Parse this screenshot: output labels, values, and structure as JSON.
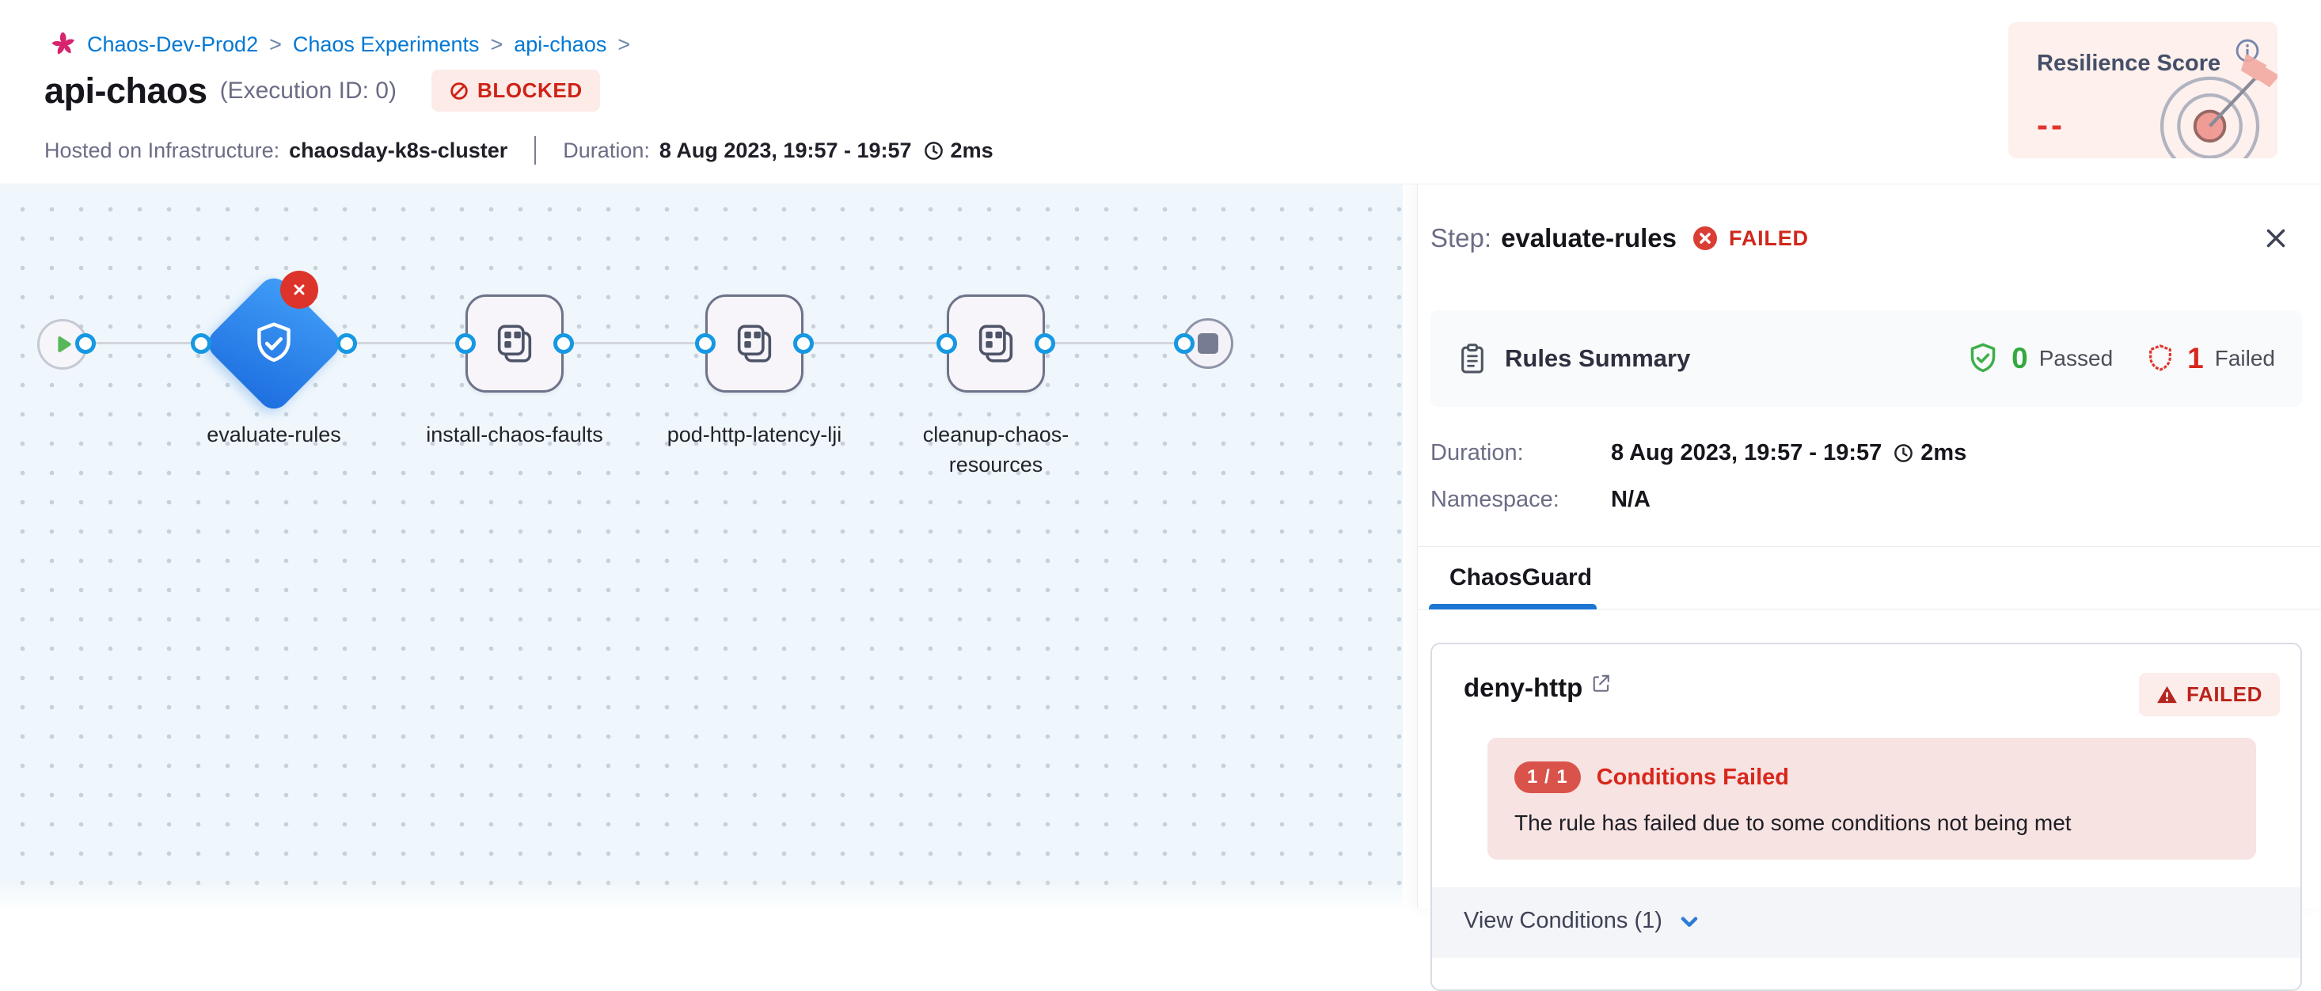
{
  "colors": {
    "accent_blue": "#0278d5",
    "error_red": "#da291d",
    "success_green": "#3fae49",
    "brand_magenta": "#d6246e",
    "canvas_bg": "#eff7fc",
    "diamond_blue": "#1d6edf"
  },
  "header": {
    "breadcrumb": {
      "separator": ">",
      "items": [
        {
          "label": "Chaos-Dev-Prod2"
        },
        {
          "label": "Chaos Experiments"
        },
        {
          "label": "api-chaos"
        }
      ]
    },
    "title": "api-chaos",
    "execution_id": "(Execution ID: 0)",
    "status_badge": "BLOCKED",
    "hosted_label": "Hosted on Infrastructure:",
    "hosted_value": "chaosday-k8s-cluster",
    "duration_label": "Duration:",
    "duration_value": "8 Aug 2023, 19:57 - 19:57",
    "duration_elapsed": "2ms",
    "resilience_card": {
      "title": "Resilience Score",
      "value": "--"
    }
  },
  "pipeline": {
    "nodes": [
      {
        "id": "start",
        "type": "start-node"
      },
      {
        "id": "evaluate-rules",
        "label": "evaluate-rules",
        "type": "chaosguard-step",
        "status": "FAILED"
      },
      {
        "id": "install-chaos-faults",
        "label": "install-chaos-faults",
        "type": "step-group"
      },
      {
        "id": "pod-http-latency-lji",
        "label": "pod-http-latency-lji",
        "type": "step-group"
      },
      {
        "id": "cleanup-chaos-resources",
        "label": "cleanup-chaos-resources",
        "type": "step-group"
      },
      {
        "id": "end",
        "type": "end-node"
      }
    ]
  },
  "panel": {
    "step_label": "Step:",
    "step_name": "evaluate-rules",
    "step_status": "FAILED",
    "rules_summary": {
      "title": "Rules Summary",
      "passed_count": "0",
      "passed_label": "Passed",
      "failed_count": "1",
      "failed_label": "Failed"
    },
    "duration_label": "Duration:",
    "duration_value": "8 Aug 2023, 19:57 - 19:57",
    "duration_elapsed": "2ms",
    "namespace_label": "Namespace:",
    "namespace_value": "N/A",
    "tabs": [
      {
        "label": "ChaosGuard",
        "active": true
      }
    ],
    "rule_card": {
      "name": "deny-http",
      "status": "FAILED",
      "conditions_ratio": "1 / 1",
      "conditions_title": "Conditions Failed",
      "conditions_message": "The rule has failed due to some conditions not being met",
      "view_conditions_label": "View Conditions (1)"
    }
  },
  "icons": {
    "chaos-module-icon": "magenta chaos glyph",
    "blocked-icon": "prohibition circle-slash",
    "clock-icon": "clock outline",
    "info-icon": "circle-i",
    "target-dart-illustration": "target with dart",
    "play-icon": "green triangle",
    "shield-check-icon": "shield with check",
    "error-badge-icon": "red circle x",
    "step-group-icon": "stacked boards with squares",
    "stop-icon": "square",
    "clipboard-icon": "clipboard outline",
    "close-icon": "x",
    "external-link-icon": "box with arrow",
    "warning-icon": "triangle exclamation",
    "chevron-down-icon": "chevron down"
  }
}
